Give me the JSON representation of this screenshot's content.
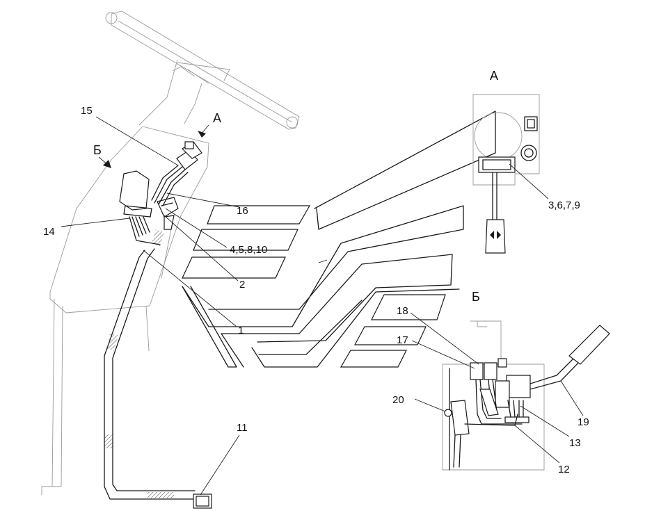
{
  "views": {
    "view_a_title": "А",
    "view_b_title": "Б",
    "arrow_a": "А",
    "arrow_b": "Б"
  },
  "callouts": {
    "c15": "15",
    "c14": "14",
    "c16": "16",
    "c4_5_8_10": "4,5,8,10",
    "c2": "2",
    "c1": "1",
    "c11": "11",
    "c3_6_7_9": "3,6,7,9",
    "c18": "18",
    "c17": "17",
    "c20": "20",
    "c19": "19",
    "c13": "13",
    "c12": "12"
  }
}
